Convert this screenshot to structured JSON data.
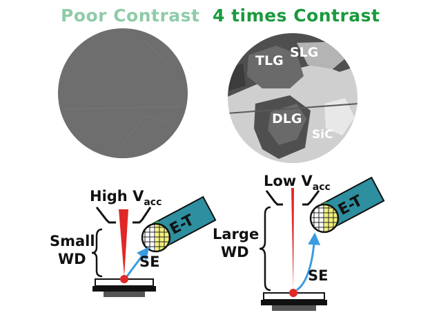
{
  "colors": {
    "poor_title": "#8fcba8",
    "good_title": "#1a9a3c",
    "needle": "#e02828",
    "et_box": "#2d8fa0",
    "et_stripe": "#2ab04a",
    "detector_grid": "#f2f07a",
    "arrow": "#3a9be0",
    "sample": "#e02828",
    "poor_disc": "#6e6e6e",
    "good_disc_light": "#cfcfcf",
    "good_disc_dark": "#4f4f4f"
  },
  "panels": {
    "poor": {
      "title": "Poor Contrast"
    },
    "good": {
      "title": "4 times Contrast",
      "regions": [
        "TLG",
        "SLG",
        "DLG",
        "SiC"
      ]
    }
  },
  "setups": {
    "left": {
      "voltage_prefix": "High V",
      "voltage_sub": "acc",
      "distance_line1": "Small",
      "distance_line2": "WD",
      "signal": "SE",
      "detector": "E-T"
    },
    "right": {
      "voltage_prefix": "Low V",
      "voltage_sub": "acc",
      "distance_line1": "Large",
      "distance_line2": "WD",
      "signal": "SE",
      "detector": "E-T"
    }
  }
}
